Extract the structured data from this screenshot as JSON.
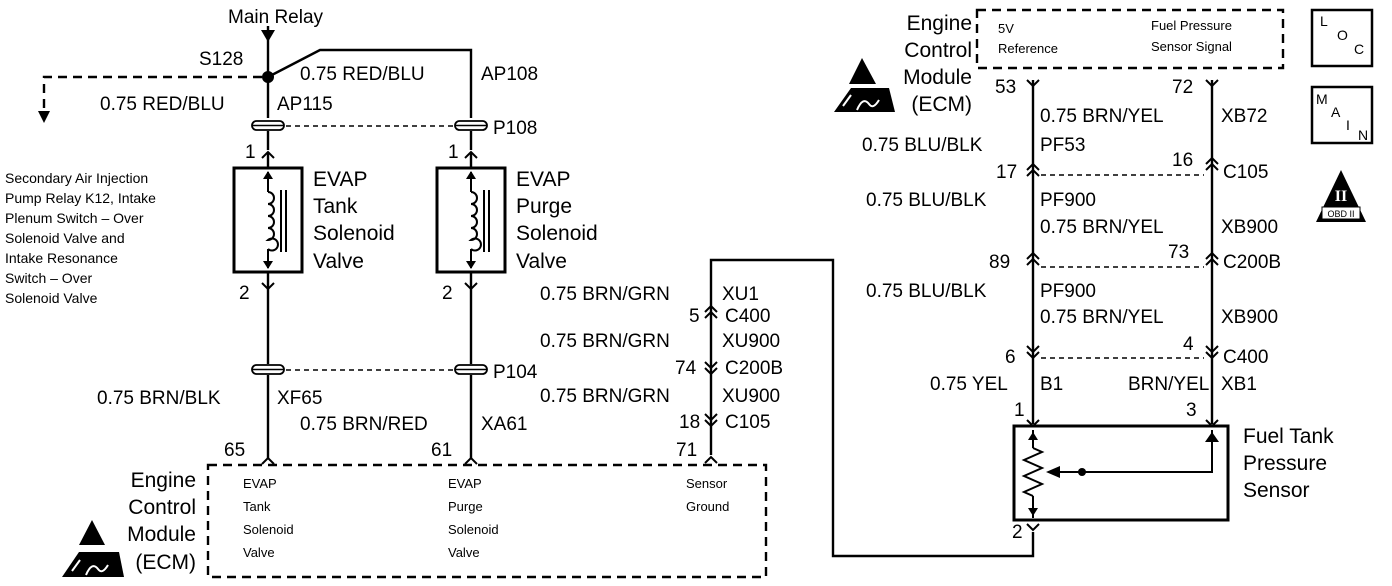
{
  "top": {
    "main_relay": "Main Relay",
    "splice": "S128",
    "w_ap108": "0.75 RED/BLU",
    "c_ap108": "AP108",
    "w_ap115": "0.75 RED/BLU",
    "c_ap115": "AP115",
    "p108": "P108",
    "secondary_note": [
      "Secondary Air Injection",
      "Pump Relay K12, Intake",
      "Plenum Switch – Over",
      "Solenoid Valve and",
      "Intake Resonance",
      "Switch – Over",
      "Solenoid Valve"
    ]
  },
  "tank_solenoid": {
    "label": [
      "EVAP",
      "Tank",
      "Solenoid",
      "Valve"
    ],
    "pin_top": "1",
    "pin_bottom": "2"
  },
  "purge_solenoid": {
    "label": [
      "EVAP",
      "Purge",
      "Solenoid",
      "Valve"
    ],
    "pin_top": "1",
    "pin_bottom": "2"
  },
  "lower_left": {
    "p104": "P104",
    "w_xf65": "0.75 BRN/BLK",
    "c_xf65": "XF65",
    "w_xa61": "0.75 BRN/RED",
    "c_xa61": "XA61",
    "pin_65": "65",
    "pin_61": "61"
  },
  "ground_path": {
    "w_xu1": "0.75 BRN/GRN",
    "c_xu1": "XU1",
    "pin_c400": "5",
    "c400": "C400",
    "w_xu900a": "0.75 BRN/GRN",
    "c_xu900a": "XU900",
    "pin_c200b": "74",
    "c200b": "C200B",
    "w_xu900b": "0.75 BRN/GRN",
    "c_xu900b": "XU900",
    "pin_c105": "18",
    "c105": "C105",
    "pin_71": "71"
  },
  "ecm_bottom": {
    "title": [
      "Engine",
      "Control",
      "Module",
      "(ECM)"
    ],
    "tank": [
      "EVAP",
      "Tank",
      "Solenoid",
      "Valve"
    ],
    "purge": [
      "EVAP",
      "Purge",
      "Solenoid",
      "Valve"
    ],
    "ground": [
      "Sensor",
      "Ground"
    ]
  },
  "ecm_top": {
    "title": [
      "Engine",
      "Control",
      "Module",
      "(ECM)"
    ],
    "ref": [
      "5V",
      "Reference"
    ],
    "signal": [
      "Fuel Pressure",
      "Sensor Signal"
    ],
    "pin_53": "53",
    "pin_72": "72"
  },
  "right_wires": {
    "w_xb72": "0.75 BRN/YEL",
    "c_xb72": "XB72",
    "w_pf53": "0.75 BLU/BLK",
    "c_pf53": "PF53",
    "pin_17": "17",
    "pin_16": "16",
    "c105": "C105",
    "w_pf900a": "0.75 BLU/BLK",
    "c_pf900a": "PF900",
    "w_xb900a": "0.75 BRN/YEL",
    "c_xb900a": "XB900",
    "pin_89": "89",
    "pin_73": "73",
    "c200b": "C200B",
    "w_pf900b": "0.75 BLU/BLK",
    "c_pf900b": "PF900",
    "w_xb900b": "0.75 BRN/YEL",
    "c_xb900b": "XB900",
    "pin_6": "6",
    "pin_4": "4",
    "c400": "C400",
    "w_b1": "0.75 YEL",
    "c_b1": "B1",
    "w_xb1": "BRN/YEL",
    "c_xb1": "XB1",
    "pin_1": "1",
    "pin_3": "3",
    "pin_2": "2"
  },
  "sensor": {
    "label": [
      "Fuel Tank",
      "Pressure",
      "Sensor"
    ]
  },
  "icons": {
    "loc": [
      "L",
      "O",
      "C"
    ],
    "main": [
      "M",
      "A",
      "I",
      "N"
    ],
    "obd": [
      "II",
      "OBD II"
    ]
  }
}
